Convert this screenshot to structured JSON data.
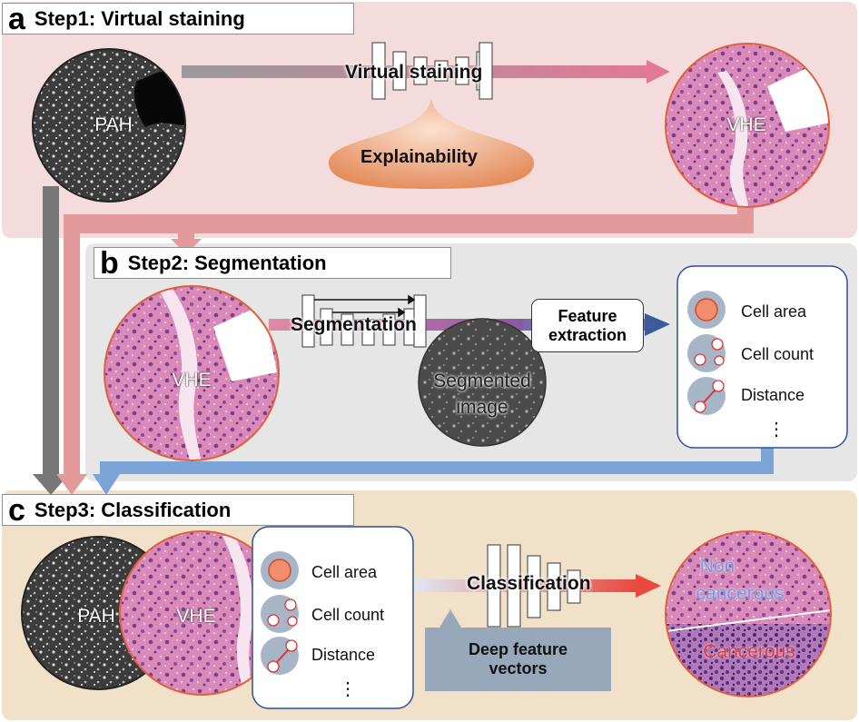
{
  "panel_a": {
    "letter": "a",
    "title": "Step1: Virtual staining"
  },
  "panel_b": {
    "letter": "b",
    "title": "Step2: Segmentation"
  },
  "panel_c": {
    "letter": "c",
    "title": "Step3: Classification"
  },
  "images": {
    "pah": "PAH",
    "vhe": "VHE",
    "segmented_line1": "Segmented",
    "segmented_line2": "image",
    "non_cancerous_line1": "Non",
    "non_cancerous_line2": "cancerous",
    "cancerous": "Cancerous"
  },
  "networks": {
    "virtual_staining": "Virtual staining",
    "explainability": "Explainability",
    "segmentation": "Segmentation",
    "classification": "Classification"
  },
  "feature_extraction": {
    "line1": "Feature",
    "line2": "extraction"
  },
  "deep_features": {
    "line1": "Deep feature",
    "line2": "vectors"
  },
  "features": {
    "cell_area": "Cell area",
    "cell_count": "Cell count",
    "distance": "Distance",
    "more": "⋮"
  },
  "colors": {
    "panel_a_bg": "#f5dcdc",
    "panel_b_bg": "#e6e6e6",
    "panel_c_bg": "#f2e1c9",
    "gray_arrow": "#777777",
    "pink_arrow": "#e39a9a",
    "blue_arrow": "#7da4d6",
    "red_arrow": "#e05050",
    "non_cancerous_text": "#6aa0e6",
    "cancerous_text": "#e23a3a"
  }
}
